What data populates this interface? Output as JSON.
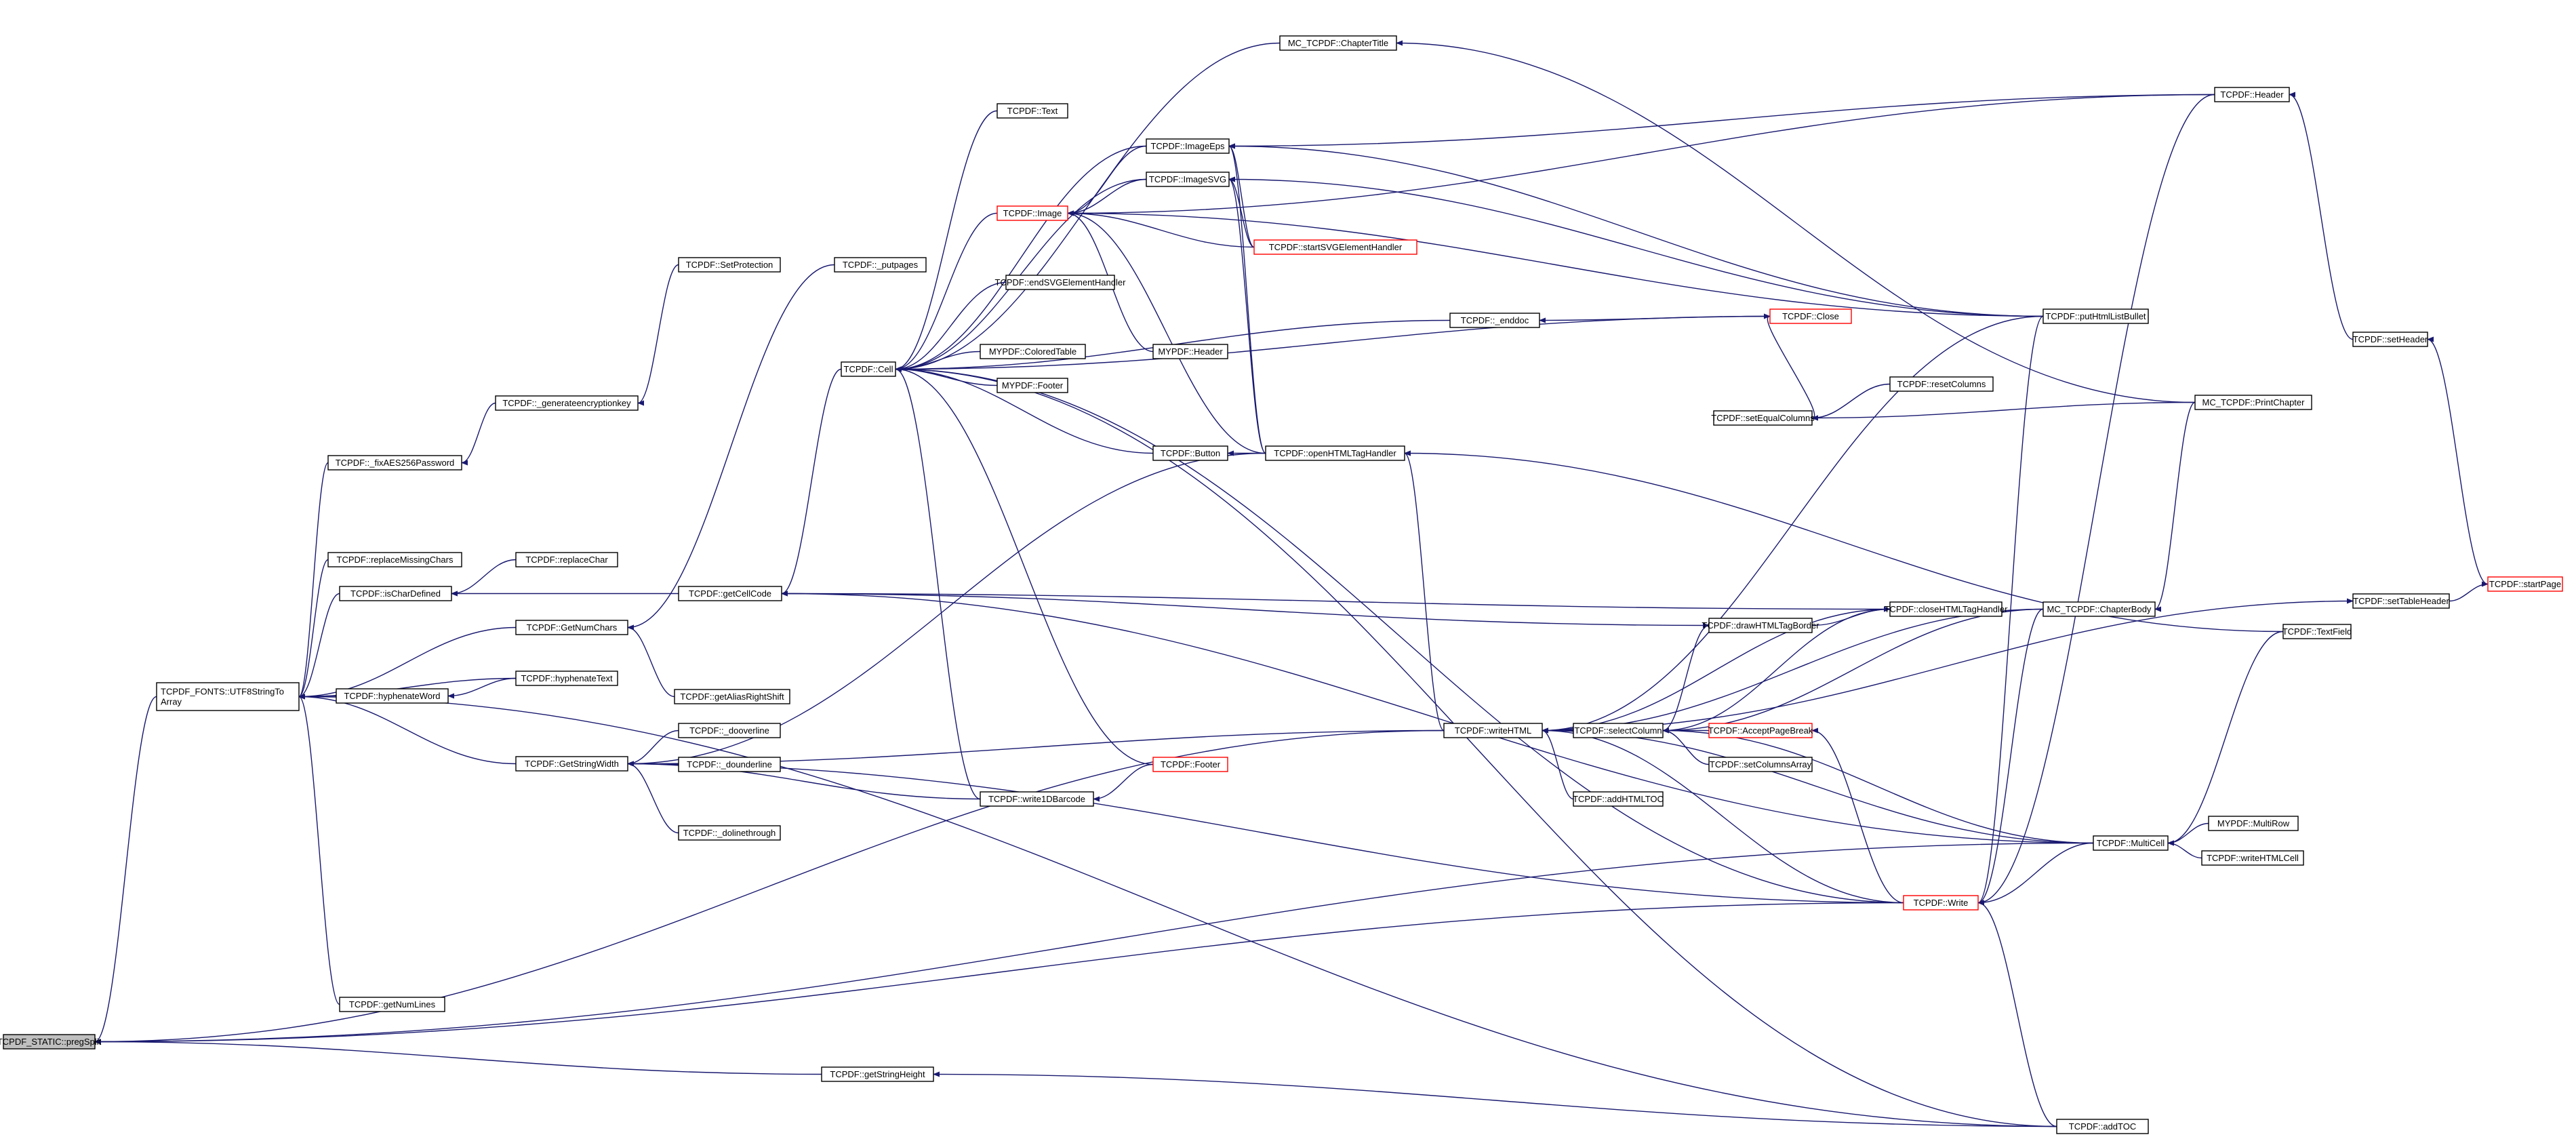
{
  "graph": {
    "title": "",
    "edge_color": "#191970",
    "highlight_border_color": "#ff0000",
    "root_fill": "#bfbfbf",
    "nodes": [
      {
        "id": "n0",
        "lines": [
          "TCPDF_STATIC::pregSplit"
        ],
        "style": "root"
      },
      {
        "id": "n1",
        "lines": [
          "TCPDF_FONTS::UTF8StringTo",
          "Array"
        ],
        "style": "normal"
      },
      {
        "id": "n2",
        "lines": [
          "TCPDF::getNumLines"
        ],
        "style": "normal"
      },
      {
        "id": "n3",
        "lines": [
          "TCPDF::getStringHeight"
        ],
        "style": "normal"
      },
      {
        "id": "n4",
        "lines": [
          "TCPDF::_fixAES256Password"
        ],
        "style": "normal"
      },
      {
        "id": "n5",
        "lines": [
          "TCPDF::replaceMissingChars"
        ],
        "style": "normal"
      },
      {
        "id": "n6",
        "lines": [
          "TCPDF::isCharDefined"
        ],
        "style": "normal"
      },
      {
        "id": "n7",
        "lines": [
          "TCPDF::GetNumChars"
        ],
        "style": "normal"
      },
      {
        "id": "n8",
        "lines": [
          "TCPDF::hyphenateWord"
        ],
        "style": "normal"
      },
      {
        "id": "n9",
        "lines": [
          "TCPDF::GetStringWidth"
        ],
        "style": "normal"
      },
      {
        "id": "n10",
        "lines": [
          "TCPDF::_generateencryptionkey"
        ],
        "style": "normal"
      },
      {
        "id": "n11",
        "lines": [
          "TCPDF::SetProtection"
        ],
        "style": "normal"
      },
      {
        "id": "n12",
        "lines": [
          "TCPDF::replaceChar"
        ],
        "style": "normal"
      },
      {
        "id": "n13",
        "lines": [
          "TCPDF::getCellCode"
        ],
        "style": "normal"
      },
      {
        "id": "n14",
        "lines": [
          "TCPDF::hyphenateText"
        ],
        "style": "normal"
      },
      {
        "id": "n15",
        "lines": [
          "TCPDF::getAliasRightShift"
        ],
        "style": "normal"
      },
      {
        "id": "n16",
        "lines": [
          "TCPDF::_dooverline"
        ],
        "style": "normal"
      },
      {
        "id": "n17",
        "lines": [
          "TCPDF::_dounderline"
        ],
        "style": "normal"
      },
      {
        "id": "n18",
        "lines": [
          "TCPDF::_dolinethrough"
        ],
        "style": "normal"
      },
      {
        "id": "n19",
        "lines": [
          "TCPDF::_putpages"
        ],
        "style": "normal"
      },
      {
        "id": "n20",
        "lines": [
          "TCPDF::Cell"
        ],
        "style": "normal"
      },
      {
        "id": "n21",
        "lines": [
          "TCPDF::write1DBarcode"
        ],
        "style": "normal"
      },
      {
        "id": "n22",
        "lines": [
          "MC_TCPDF::ChapterTitle"
        ],
        "style": "normal"
      },
      {
        "id": "n23",
        "lines": [
          "TCPDF::Text"
        ],
        "style": "normal"
      },
      {
        "id": "n24",
        "lines": [
          "TCPDF::ImageEps"
        ],
        "style": "normal"
      },
      {
        "id": "n25",
        "lines": [
          "TCPDF::ImageSVG"
        ],
        "style": "normal"
      },
      {
        "id": "n26",
        "lines": [
          "TCPDF::Image"
        ],
        "style": "red"
      },
      {
        "id": "n27",
        "lines": [
          "TCPDF::endSVGElementHandler"
        ],
        "style": "normal"
      },
      {
        "id": "n28",
        "lines": [
          "MYPDF::ColoredTable"
        ],
        "style": "normal"
      },
      {
        "id": "n29",
        "lines": [
          "MYPDF::Footer"
        ],
        "style": "normal"
      },
      {
        "id": "n30",
        "lines": [
          "TCPDF::Button"
        ],
        "style": "normal"
      },
      {
        "id": "n31",
        "lines": [
          "TCPDF::Footer"
        ],
        "style": "red"
      },
      {
        "id": "n32",
        "lines": [
          "TCPDF::startSVGElementHandler"
        ],
        "style": "red"
      },
      {
        "id": "n33",
        "lines": [
          "MYPDF::Header"
        ],
        "style": "normal"
      },
      {
        "id": "n34",
        "lines": [
          "TCPDF::openHTMLTagHandler"
        ],
        "style": "normal"
      },
      {
        "id": "n35",
        "lines": [
          "TCPDF::_enddoc"
        ],
        "style": "normal"
      },
      {
        "id": "n36",
        "lines": [
          "TCPDF::writeHTML"
        ],
        "style": "normal"
      },
      {
        "id": "n37",
        "lines": [
          "TCPDF::selectColumn"
        ],
        "style": "normal"
      },
      {
        "id": "n38",
        "lines": [
          "TCPDF::addHTMLTOC"
        ],
        "style": "normal"
      },
      {
        "id": "n39",
        "lines": [
          "TCPDF::Close"
        ],
        "style": "red"
      },
      {
        "id": "n40",
        "lines": [
          "TCPDF::setEqualColumns"
        ],
        "style": "normal"
      },
      {
        "id": "n41",
        "lines": [
          "TCPDF::resetColumns"
        ],
        "style": "normal"
      },
      {
        "id": "n42",
        "lines": [
          "TCPDF::drawHTMLTagBorder"
        ],
        "style": "normal"
      },
      {
        "id": "n43",
        "lines": [
          "TCPDF::closeHTMLTagHandler"
        ],
        "style": "normal"
      },
      {
        "id": "n44",
        "lines": [
          "TCPDF::AcceptPageBreak"
        ],
        "style": "red"
      },
      {
        "id": "n45",
        "lines": [
          "TCPDF::setColumnsArray"
        ],
        "style": "normal"
      },
      {
        "id": "n46",
        "lines": [
          "TCPDF::Write"
        ],
        "style": "red"
      },
      {
        "id": "n47",
        "lines": [
          "TCPDF::Header"
        ],
        "style": "normal"
      },
      {
        "id": "n48",
        "lines": [
          "TCPDF::putHtmlListBullet"
        ],
        "style": "normal"
      },
      {
        "id": "n49",
        "lines": [
          "MC_TCPDF::PrintChapter"
        ],
        "style": "normal"
      },
      {
        "id": "n50",
        "lines": [
          "MC_TCPDF::ChapterBody"
        ],
        "style": "normal"
      },
      {
        "id": "n51",
        "lines": [
          "TCPDF::TextField"
        ],
        "style": "normal"
      },
      {
        "id": "n52",
        "lines": [
          "TCPDF::MultiCell"
        ],
        "style": "normal"
      },
      {
        "id": "n53",
        "lines": [
          "MYPDF::MultiRow"
        ],
        "style": "normal"
      },
      {
        "id": "n54",
        "lines": [
          "TCPDF::writeHTMLCell"
        ],
        "style": "normal"
      },
      {
        "id": "n55",
        "lines": [
          "TCPDF::addTOC"
        ],
        "style": "normal"
      },
      {
        "id": "n56",
        "lines": [
          "TCPDF::setHeader"
        ],
        "style": "normal"
      },
      {
        "id": "n57",
        "lines": [
          "TCPDF::setTableHeader"
        ],
        "style": "normal"
      },
      {
        "id": "n58",
        "lines": [
          "TCPDF::startPage"
        ],
        "style": "red"
      }
    ],
    "edges": [
      [
        "n1",
        "n0"
      ],
      [
        "n2",
        "n1"
      ],
      [
        "n3",
        "n0"
      ],
      [
        "n4",
        "n1"
      ],
      [
        "n5",
        "n1"
      ],
      [
        "n6",
        "n1"
      ],
      [
        "n7",
        "n1"
      ],
      [
        "n8",
        "n1"
      ],
      [
        "n9",
        "n1"
      ],
      [
        "n10",
        "n4"
      ],
      [
        "n11",
        "n10"
      ],
      [
        "n12",
        "n6"
      ],
      [
        "n13",
        "n6"
      ],
      [
        "n14",
        "n8"
      ],
      [
        "n14",
        "n1"
      ],
      [
        "n15",
        "n7"
      ],
      [
        "n19",
        "n7"
      ],
      [
        "n21",
        "n9"
      ],
      [
        "n16",
        "n9"
      ],
      [
        "n17",
        "n9"
      ],
      [
        "n18",
        "n9"
      ],
      [
        "n20",
        "n13"
      ],
      [
        "n21",
        "n20"
      ],
      [
        "n31",
        "n21"
      ],
      [
        "n36",
        "n9"
      ],
      [
        "n34",
        "n9"
      ],
      [
        "n43",
        "n13"
      ],
      [
        "n42",
        "n13"
      ],
      [
        "n26",
        "n20"
      ],
      [
        "n22",
        "n20"
      ],
      [
        "n23",
        "n20"
      ],
      [
        "n24",
        "n20"
      ],
      [
        "n25",
        "n20"
      ],
      [
        "n27",
        "n20"
      ],
      [
        "n28",
        "n20"
      ],
      [
        "n29",
        "n20"
      ],
      [
        "n30",
        "n20"
      ],
      [
        "n31",
        "n20"
      ],
      [
        "n46",
        "n20"
      ],
      [
        "n55",
        "n20"
      ],
      [
        "n35",
        "n20"
      ],
      [
        "n39",
        "n20"
      ],
      [
        "n34",
        "n30"
      ],
      [
        "n36",
        "n34"
      ],
      [
        "n47",
        "n26"
      ],
      [
        "n48",
        "n26"
      ],
      [
        "n25",
        "n26"
      ],
      [
        "n24",
        "n26"
      ],
      [
        "n32",
        "n26"
      ],
      [
        "n33",
        "n26"
      ],
      [
        "n34",
        "n26"
      ],
      [
        "n47",
        "n24"
      ],
      [
        "n48",
        "n24"
      ],
      [
        "n32",
        "n24"
      ],
      [
        "n34",
        "n24"
      ],
      [
        "n48",
        "n25"
      ],
      [
        "n32",
        "n25"
      ],
      [
        "n34",
        "n25"
      ],
      [
        "n49",
        "n22"
      ],
      [
        "n39",
        "n35"
      ],
      [
        "n37",
        "n36"
      ],
      [
        "n38",
        "n36"
      ],
      [
        "n46",
        "n36"
      ],
      [
        "n52",
        "n36"
      ],
      [
        "n48",
        "n36"
      ],
      [
        "n43",
        "n36"
      ],
      [
        "n50",
        "n36"
      ],
      [
        "n42",
        "n43"
      ],
      [
        "n37",
        "n42"
      ],
      [
        "n37",
        "n43"
      ],
      [
        "n44",
        "n37"
      ],
      [
        "n45",
        "n37"
      ],
      [
        "n52",
        "n37"
      ],
      [
        "n50",
        "n37"
      ],
      [
        "n40",
        "n39"
      ],
      [
        "n41",
        "n40"
      ],
      [
        "n49",
        "n40"
      ],
      [
        "n46",
        "n44"
      ],
      [
        "n47",
        "n46"
      ],
      [
        "n48",
        "n46"
      ],
      [
        "n52",
        "n46"
      ],
      [
        "n55",
        "n46"
      ],
      [
        "n50",
        "n46"
      ],
      [
        "n53",
        "n52"
      ],
      [
        "n54",
        "n52"
      ],
      [
        "n51",
        "n52"
      ],
      [
        "n46",
        "n0"
      ],
      [
        "n52",
        "n0"
      ],
      [
        "n56",
        "n47"
      ],
      [
        "n58",
        "n56"
      ],
      [
        "n57",
        "n58"
      ],
      [
        "n49",
        "n50"
      ],
      [
        "n51",
        "n34"
      ],
      [
        "n36",
        "n0"
      ],
      [
        "n46",
        "n9"
      ],
      [
        "n52",
        "n13"
      ],
      [
        "n55",
        "n1"
      ],
      [
        "n55",
        "n3"
      ],
      [
        "n36",
        "n57"
      ]
    ]
  }
}
